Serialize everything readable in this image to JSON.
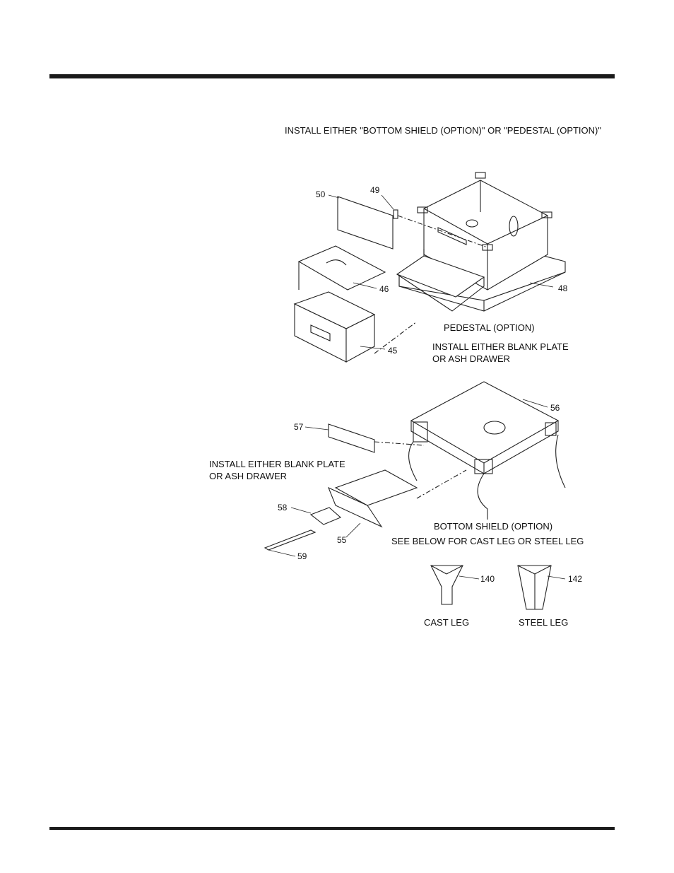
{
  "header_note": "INSTALL EITHER \"BOTTOM SHIELD (OPTION)\" OR \"PEDESTAL (OPTION)\"",
  "pedestal": {
    "title": "PEDESTAL (OPTION)",
    "note_line1": "INSTALL EITHER BLANK PLATE",
    "note_line2": "OR ASH DRAWER",
    "parts": [
      "50",
      "49",
      "46",
      "48",
      "45"
    ]
  },
  "bottom_shield": {
    "title": "BOTTOM SHIELD (OPTION)",
    "subtitle": "SEE BELOW FOR CAST LEG OR STEEL LEG",
    "note_line1": "INSTALL EITHER BLANK PLATE",
    "note_line2": "OR ASH DRAWER",
    "parts": [
      "57",
      "56",
      "58",
      "55",
      "59"
    ]
  },
  "legs": {
    "cast": {
      "part": "140",
      "label": "CAST LEG"
    },
    "steel": {
      "part": "142",
      "label": "STEEL LEG"
    }
  }
}
